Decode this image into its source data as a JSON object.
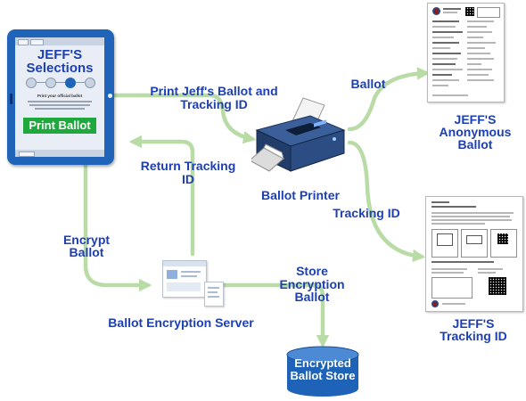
{
  "tablet": {
    "screen_buttons": [
      "",
      ""
    ],
    "title": "JEFF'S Selections",
    "subtitle": "Print your official ballot",
    "print_button": "Print Ballot"
  },
  "labels": {
    "print_request": "Print Jeff's Ballot and Tracking ID",
    "ballot_flow": "Ballot",
    "tracking_flow": "Tracking ID",
    "return_tracking": "Return Tracking ID",
    "encrypt": "Encrypt Ballot",
    "store": "Store Encryption Ballot"
  },
  "nodes": {
    "printer": "Ballot Printer",
    "server": "Ballot Encryption Server",
    "anonymous_ballot": "JEFF'S Anonymous Ballot",
    "tracking_doc": "JEFF'S Tracking ID",
    "store": "Encrypted Ballot Store"
  },
  "colors": {
    "label_blue": "#1c3fb4",
    "arrow_green": "#b9dba6",
    "tablet_blue": "#1f64b9",
    "print_green": "#1fa83c",
    "store_blue": "#1f63b8"
  }
}
